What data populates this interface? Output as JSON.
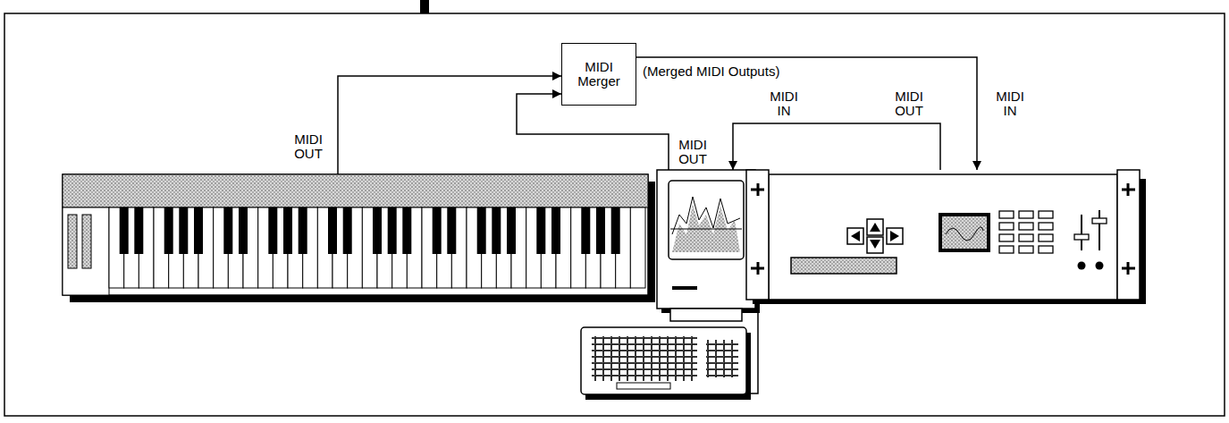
{
  "diagram": {
    "nodes": [
      {
        "text": [
          "MIDI Merger"
        ]
      },
      {
        "text": [
          "MIDI OUT"
        ]
      },
      {
        "text": [
          "MIDI OUT",
          "MIDI IN"
        ]
      },
      {
        "text": [
          "MIDI OUT",
          "MIDI IN"
        ]
      }
    ],
    "edges": [
      {
        "from": 1,
        "to": 0,
        "arrow": "to"
      },
      {
        "from": 2,
        "to": 0,
        "arrow": "to"
      },
      {
        "from": 0,
        "to": 3,
        "label": "(Merged MIDI Outputs)",
        "arrow": "to"
      },
      {
        "from": 3,
        "to": 2,
        "arrow": "to"
      }
    ]
  }
}
